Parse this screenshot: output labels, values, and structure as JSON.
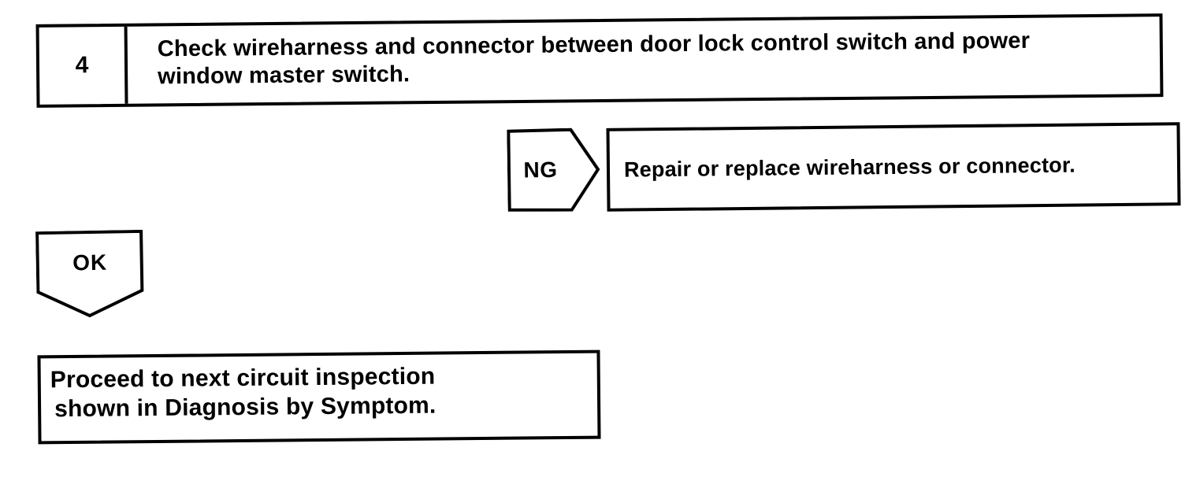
{
  "palette": {
    "ink": "#000000",
    "paper": "#ffffff"
  },
  "flowchart": {
    "step_box": {
      "number": "4",
      "instruction_lines": [
        "Check wireharness and connector between door lock control switch and power",
        "window master switch."
      ]
    },
    "ng_branch": {
      "label": "NG",
      "result_text": "Repair or replace wireharness or connector."
    },
    "ok_branch": {
      "label": "OK",
      "result_lines": [
        "Proceed to next circuit inspection",
        "shown in Diagnosis by Symptom."
      ]
    }
  }
}
